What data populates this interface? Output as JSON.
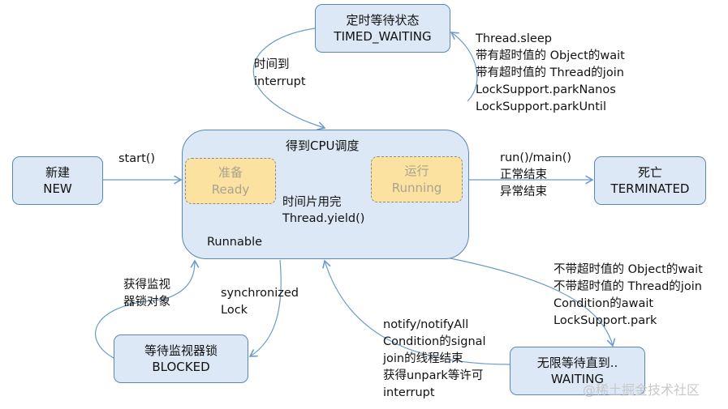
{
  "states": {
    "timed_waiting": {
      "cn": "定时等待状态",
      "en": "TIMED_WAITING"
    },
    "new": {
      "cn": "新建",
      "en": "NEW"
    },
    "runnable": {
      "cpu_label": "得到CPU调度",
      "name": "Runnable",
      "yield_cn": "时间片用完",
      "yield_en": "Thread.yield()"
    },
    "ready": {
      "cn": "准备",
      "en": "Ready"
    },
    "running": {
      "cn": "运行",
      "en": "Running"
    },
    "terminated": {
      "cn": "死亡",
      "en": "TERMINATED"
    },
    "blocked": {
      "cn": "等待监视器锁",
      "en": "BLOCKED"
    },
    "waiting": {
      "cn": "无限等待直到..",
      "en": "WAITING"
    }
  },
  "labels": {
    "timeout": [
      "时间到",
      "interrupt"
    ],
    "timed_enter": [
      "Thread.sleep",
      "带有超时值的 Object的wait",
      "带有超时值的 Thread的join",
      "LockSupport.parkNanos",
      "LockSupport.parkUntil"
    ],
    "start": "start()",
    "terminate": [
      "run()/main()",
      "正常结束",
      "异常结束"
    ],
    "acquire_lock": [
      "获得监视",
      "器锁对象"
    ],
    "sync": [
      "synchronized",
      "Lock"
    ],
    "wait_enter": [
      "不带超时值的 Object的wait",
      "不带超时值的 Thread的join",
      "Condition的await",
      "LockSupport.park"
    ],
    "wait_exit": [
      "notify/notifyAll",
      "Condition的signal",
      "join的线程结束",
      "获得unpark等许可",
      "interrupt"
    ]
  },
  "watermark": "@稀土掘金技术社区",
  "colors": {
    "box_fill": "#dce8f5",
    "box_stroke": "#5a87b8",
    "sub_fill": "#fbe2a1",
    "arrow": "#6a9acd"
  }
}
